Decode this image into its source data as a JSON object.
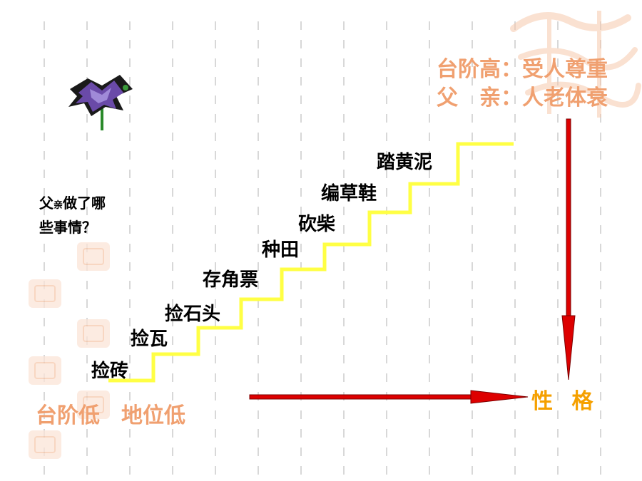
{
  "question": {
    "line1_a": "父",
    "line1_b": "亲",
    "line1_c": "做了哪",
    "line2": "些事情？"
  },
  "steps": [
    {
      "label": "捡砖"
    },
    {
      "label": "捡瓦"
    },
    {
      "label": "捡石头"
    },
    {
      "label": "存角票"
    },
    {
      "label": "种田"
    },
    {
      "label": "砍柴"
    },
    {
      "label": "编草鞋"
    },
    {
      "label": "踏黄泥"
    }
  ],
  "top_right": {
    "line1": "台阶高：受人尊重",
    "line2": "父　亲：人老体衰"
  },
  "bottom_left": "台阶低　地位低",
  "result": "性 格",
  "colors": {
    "stair": "#ffff44",
    "arrow": "#dd0000",
    "accent_text": "#f0a070",
    "result_text": "#f5a000"
  },
  "icons": {
    "flower": "purple-flower-icon",
    "seal": "ji-xiang-seal-icon"
  }
}
